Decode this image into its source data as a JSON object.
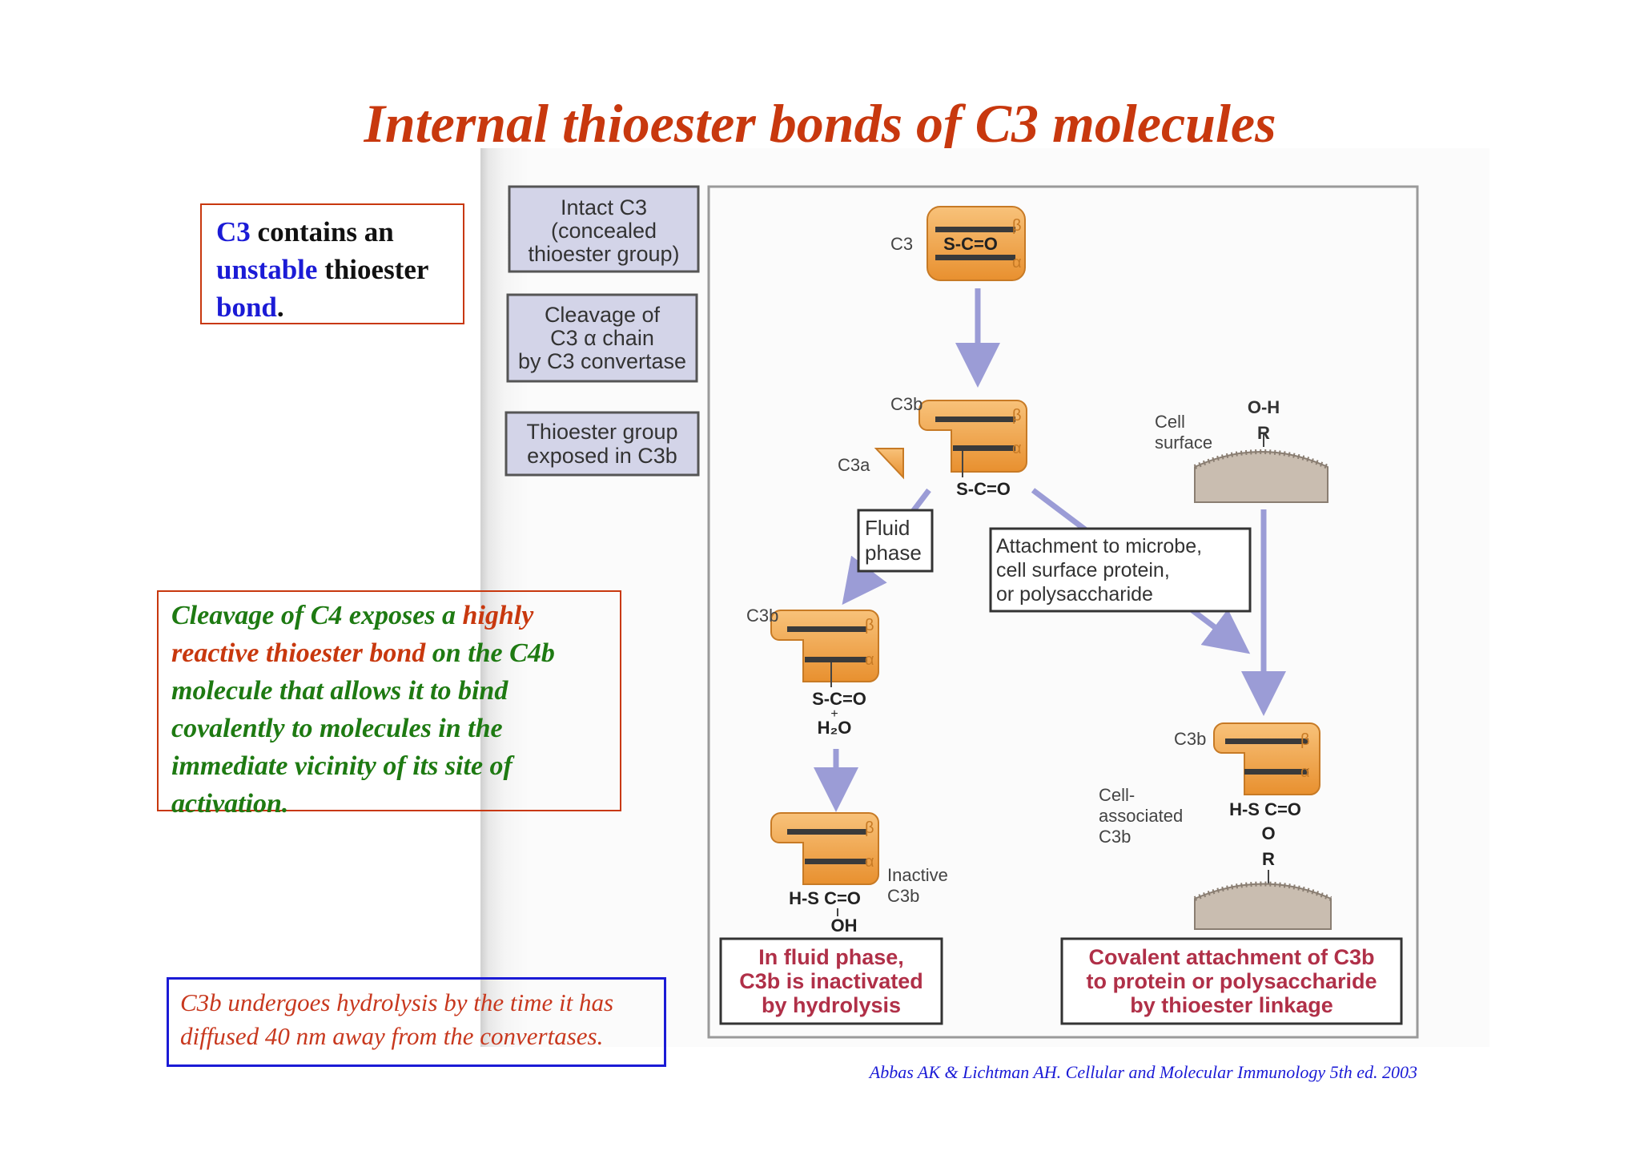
{
  "title": "Internal thioester bonds of C3 molecules",
  "box1": {
    "c3": "C3",
    "contains": " contains an ",
    "unstable": "unstable",
    "thioester": " thioester ",
    "bond": "bond",
    "period": "."
  },
  "box2": {
    "part1": "Cleavage of C4 exposes a ",
    "highly": "highly reactive thioester bond",
    "part2": " on the C4b molecule that allows it to bind covalently to molecules in the immediate vicinity of its site of activation."
  },
  "box3": {
    "text": "C3b undergoes hydrolysis by the time it has diffused 40 nm away from the convertases."
  },
  "citation": "Abbas AK & Lichtman AH. Cellular and Molecular Immunology 5th ed. 2003",
  "diagram": {
    "legend": [
      [
        "Intact C3",
        "(concealed",
        "thioester group)"
      ],
      [
        "Cleavage of",
        "C3 α chain",
        "by C3 convertase"
      ],
      [
        "Thioester group",
        "exposed in C3b"
      ]
    ],
    "labels": {
      "c3": "C3",
      "c3b": "C3b",
      "c3a": "C3a",
      "beta": "β",
      "alpha": "α",
      "sco": "S-C=O",
      "hsco": "H-S C=O",
      "oh": "OH",
      "h2o": "H₂O",
      "plus": "+",
      "o": "O",
      "r": "R",
      "oh_top": "O-H",
      "inactive": [
        "Inactive",
        "C3b"
      ],
      "cell_surface": [
        "Cell",
        "surface"
      ],
      "cell_assoc": [
        "Cell-",
        "associated",
        "C3b"
      ]
    },
    "fluid_phase": [
      "Fluid",
      "phase"
    ],
    "attachment": [
      "Attachment to microbe,",
      "cell surface protein,",
      "or polysaccharide"
    ],
    "result_left": [
      "In fluid phase,",
      "C3b is inactivated",
      "by hydrolysis"
    ],
    "result_right": [
      "Covalent attachment of C3b",
      "to protein or polysaccharide",
      "by thioester linkage"
    ],
    "colors": {
      "molecule": "#f2a54a",
      "arrow": "#9b9cd6",
      "legend_bg": "#d3d4e8",
      "result_text": "#b03048"
    }
  }
}
